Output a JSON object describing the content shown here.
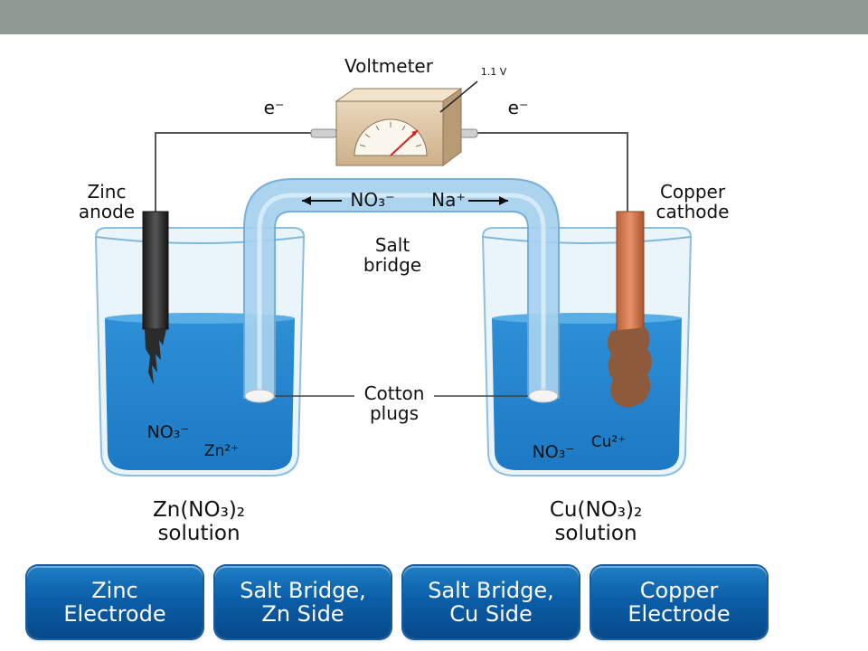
{
  "voltmeter": {
    "title": "Voltmeter",
    "reading": "1.1 V"
  },
  "electrons": {
    "left": "e⁻",
    "right": "e⁻"
  },
  "electrodes": {
    "zinc": [
      "Zinc",
      "anode"
    ],
    "copper": [
      "Copper",
      "cathode"
    ]
  },
  "salt_bridge": {
    "anion": "NO₃⁻",
    "cation": "Na⁺",
    "label": [
      "Salt",
      "bridge"
    ]
  },
  "cotton": [
    "Cotton",
    "plugs"
  ],
  "ions": {
    "left_anion": "NO₃⁻",
    "left_cation": "Zn²⁺",
    "right_anion": "NO₃⁻",
    "right_cation": "Cu²⁺"
  },
  "solutions": {
    "left": [
      "Zn(NO₃)₂",
      "solution"
    ],
    "right": [
      "Cu(NO₃)₂",
      "solution"
    ]
  },
  "buttons": [
    [
      "Zinc",
      "Electrode"
    ],
    [
      "Salt Bridge,",
      "Zn Side"
    ],
    [
      "Salt Bridge,",
      "Cu Side"
    ],
    [
      "Copper",
      "Electrode"
    ]
  ],
  "colors": {
    "header": "#8f9b92",
    "button": "#0b5ea8",
    "solution": "#2f9de0"
  }
}
